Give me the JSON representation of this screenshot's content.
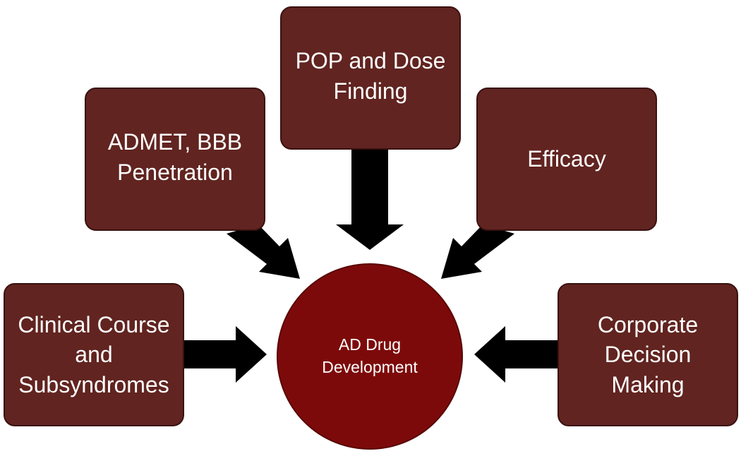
{
  "diagram": {
    "center": {
      "label": "AD Drug\nDevelopment"
    },
    "nodes": {
      "pop": {
        "label": "POP and Dose\nFinding"
      },
      "admet": {
        "label": "ADMET, BBB\nPenetration"
      },
      "efficacy": {
        "label": "Efficacy"
      },
      "clinical": {
        "label": "Clinical Course\nand\nSubsyndromes"
      },
      "corporate": {
        "label": "Corporate\nDecision\nMaking"
      }
    },
    "colors": {
      "box_fill": "#612420",
      "center_fill": "#7d0a0a",
      "arrow_fill": "#000000",
      "text": "#ffffff"
    }
  }
}
